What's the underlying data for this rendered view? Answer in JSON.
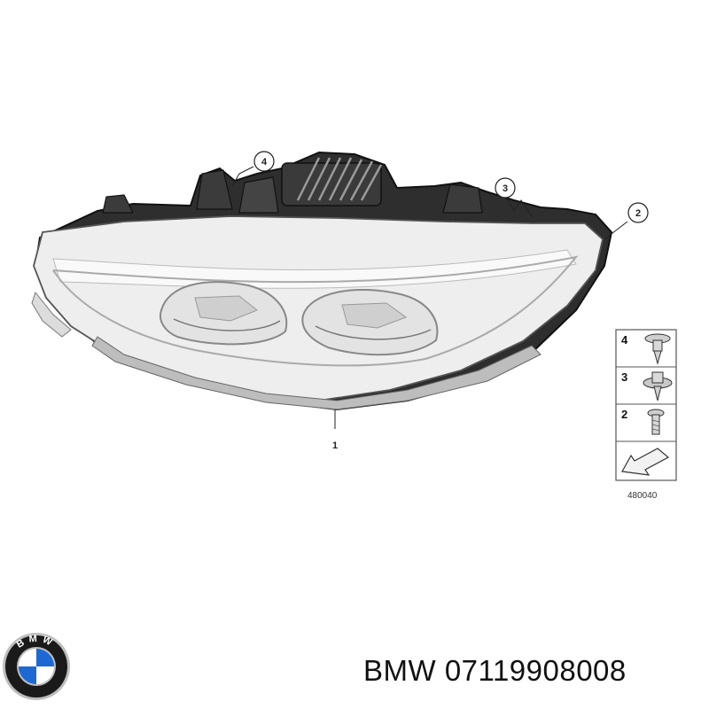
{
  "diagram": {
    "callouts": {
      "part1": "1",
      "part2": "2",
      "part3": "3",
      "part4": "4"
    },
    "legend": {
      "items": [
        "4",
        "3",
        "2"
      ],
      "reference_code": "480040"
    }
  },
  "caption": {
    "brand": "BMW",
    "part_number": "07119908008"
  },
  "logo": {
    "letters": "BMW",
    "colors": {
      "ring": "#1a1a1a",
      "blue": "#1c69d4",
      "white": "#ffffff",
      "chrome": "#bdbdbd"
    }
  }
}
